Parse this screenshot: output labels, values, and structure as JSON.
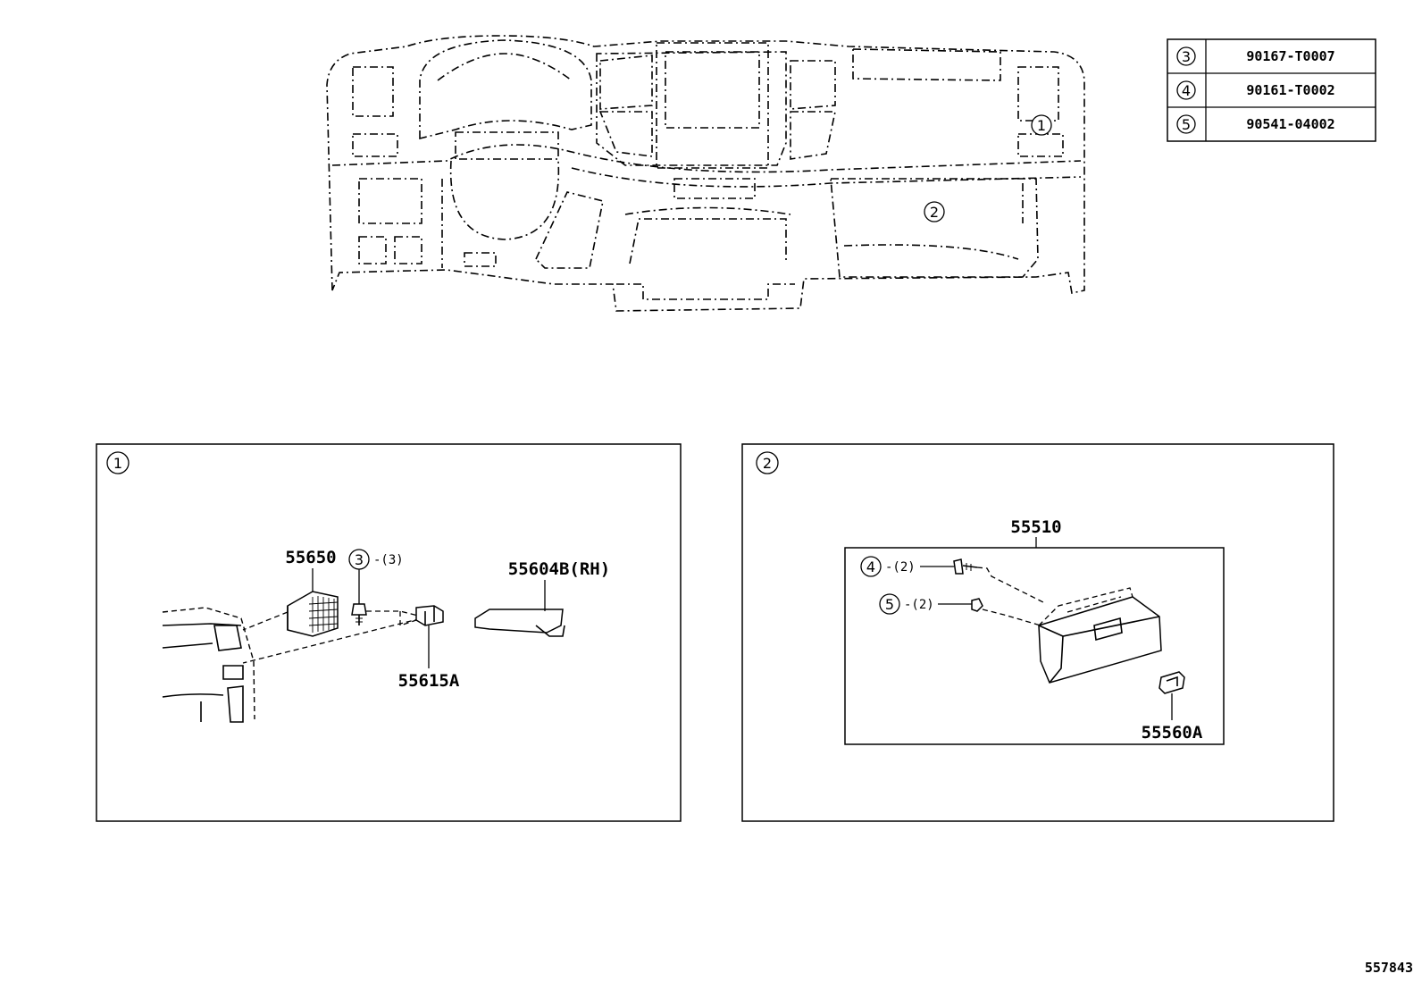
{
  "parts_table": [
    {
      "ref": "3",
      "part_number": "90167-T0007"
    },
    {
      "ref": "4",
      "part_number": "90161-T0002"
    },
    {
      "ref": "5",
      "part_number": "90541-04002"
    }
  ],
  "overview": {
    "callout_1": "1",
    "callout_2": "2"
  },
  "detail_1": {
    "ref": "1",
    "labels": {
      "vent": "55650",
      "screw_ref": "3",
      "screw_qty": "-(3)",
      "duct_rh": "55604B(RH)",
      "bracket": "55615A"
    }
  },
  "detail_2": {
    "ref": "2",
    "labels": {
      "glove_box": "55510",
      "screw_ref": "4",
      "screw_qty": "-(2)",
      "clip_ref": "5",
      "clip_qty": "-(2)",
      "lock": "55560A"
    }
  },
  "figure_id": "557843"
}
